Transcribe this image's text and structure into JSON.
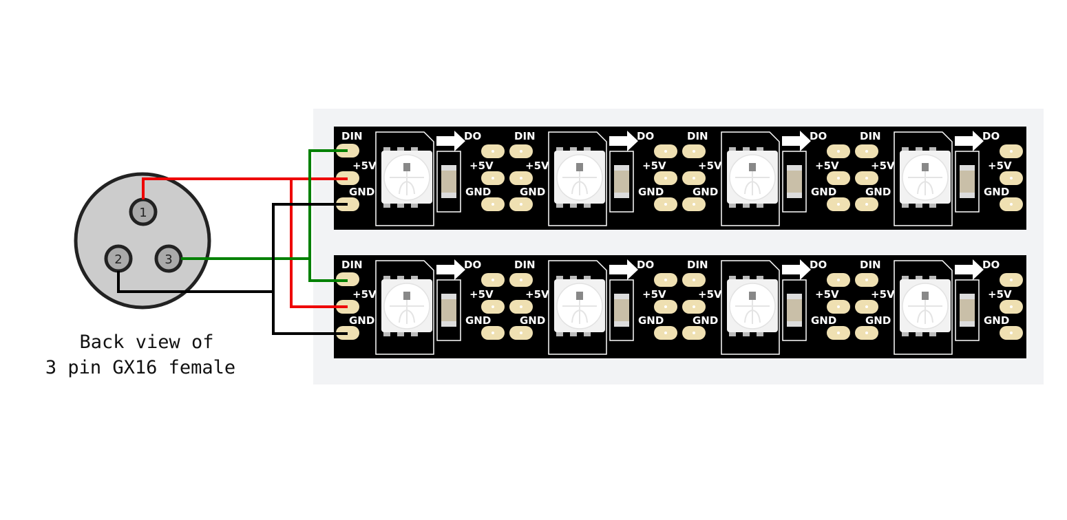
{
  "connector": {
    "pins": [
      "1",
      "2",
      "3"
    ],
    "caption_line1": "Back view of",
    "caption_line2": "3 pin GX16 female"
  },
  "strip": {
    "labels": {
      "din": "DIN",
      "do": "DO",
      "vcc": "+5V",
      "gnd": "GND"
    },
    "rows": 2,
    "leds_per_row": 4
  },
  "wires": {
    "pin1": "+5V",
    "pin2": "GND",
    "pin3": "DIN"
  },
  "colors": {
    "vcc_wire": "#ee0000",
    "data_wire": "#008000",
    "gnd_wire": "#000000",
    "pcb": "#000000",
    "pad": "#efe0b2",
    "panel": "#f2f3f5",
    "connector_body": "#cccccc"
  }
}
